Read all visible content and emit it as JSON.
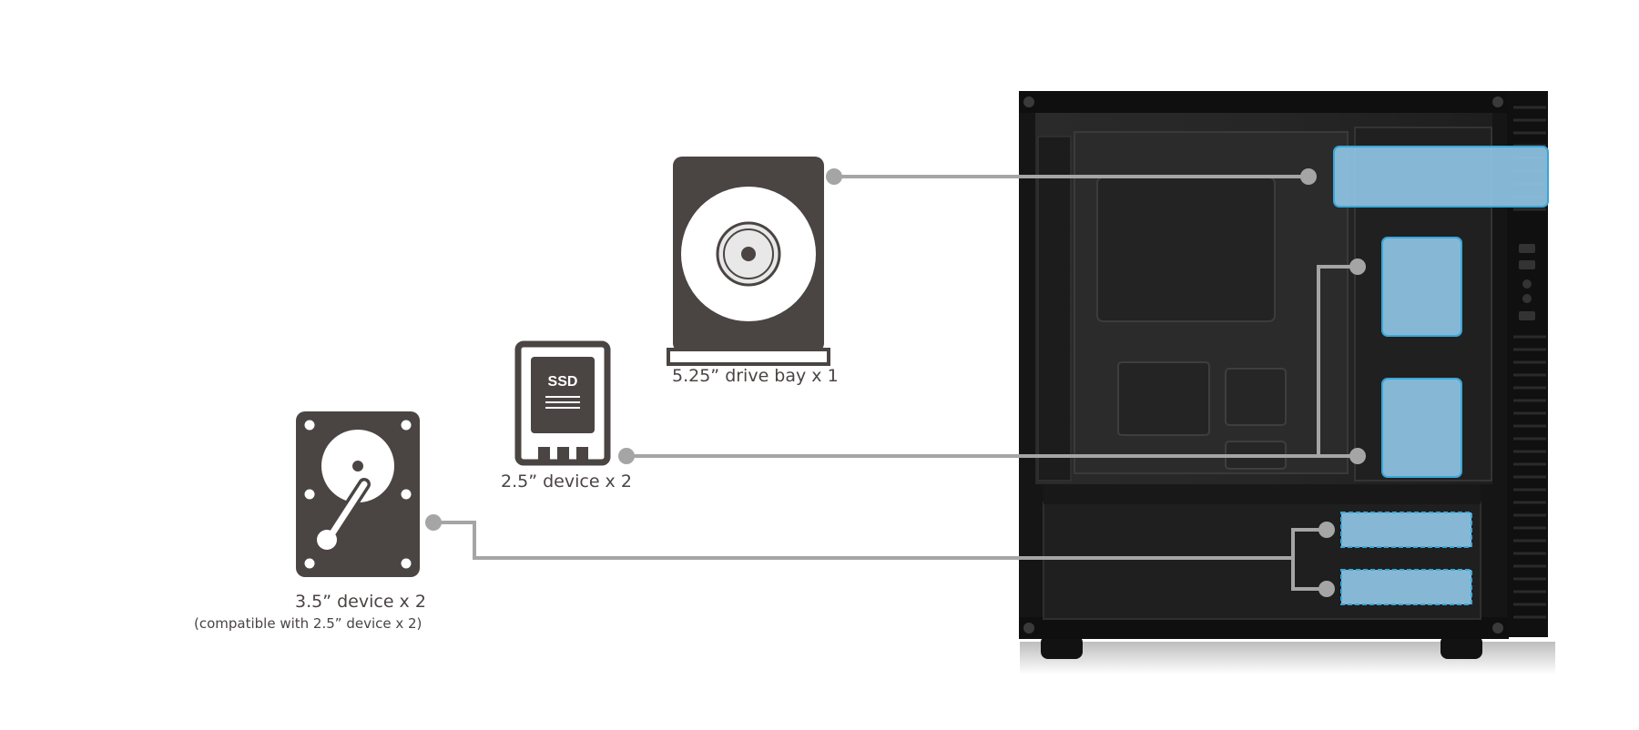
{
  "labels": {
    "optical_bay": "5.25” drive bay x 1",
    "ssd_device": "2.5” device x 2",
    "hdd_device": "3.5” device x 2",
    "hdd_note": "(compatible with 2.5” device x 2)"
  },
  "icons": {
    "optical": "optical-drive-icon",
    "ssd": "ssd-icon",
    "ssd_text": "SSD",
    "hdd": "hard-drive-icon"
  },
  "colors": {
    "icon": "#4a4443",
    "connector": "#a5a5a5",
    "highlight_fill": "#8fc6e6",
    "highlight_border": "#3aa7d9",
    "case": "#1c1c1c",
    "background": "#ffffff"
  }
}
